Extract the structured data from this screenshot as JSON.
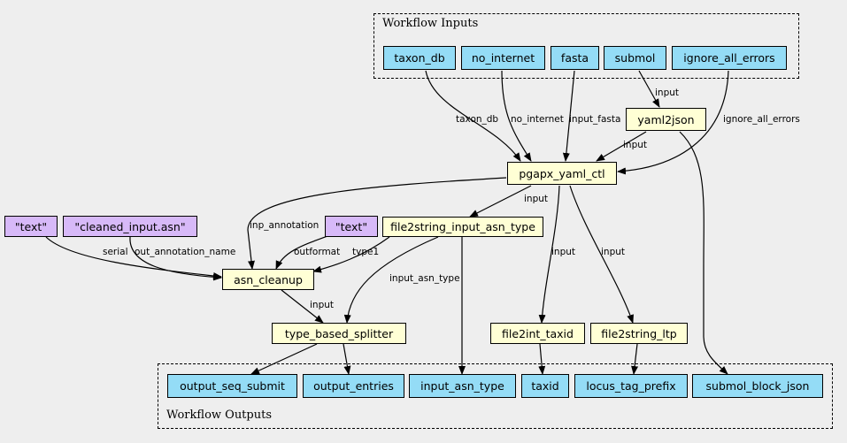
{
  "clusters": {
    "inputs_label": "Workflow Inputs",
    "outputs_label": "Workflow Outputs"
  },
  "inputs": {
    "taxon_db": "taxon_db",
    "no_internet": "no_internet",
    "fasta": "fasta",
    "submol": "submol",
    "ignore_all_errors": "ignore_all_errors"
  },
  "steps": {
    "yaml2json": "yaml2json",
    "pgapx_yaml_ctl": "pgapx_yaml_ctl",
    "file2string_input_asn_type": "file2string_input_asn_type",
    "asn_cleanup": "asn_cleanup",
    "type_based_splitter": "type_based_splitter",
    "file2int_taxid": "file2int_taxid",
    "file2string_ltp": "file2string_ltp"
  },
  "constants": {
    "text1": "\"text\"",
    "cleaned": "\"cleaned_input.asn\"",
    "text2": "\"text\""
  },
  "outputs": {
    "output_seq_submit": "output_seq_submit",
    "output_entries": "output_entries",
    "input_asn_type": "input_asn_type",
    "taxid": "taxid",
    "locus_tag_prefix": "locus_tag_prefix",
    "submol_block_json": "submol_block_json"
  },
  "edge_labels": {
    "input_submol": "input",
    "taxon_db": "taxon_db",
    "no_internet": "no_internet",
    "input_fasta": "input_fasta",
    "ignore_all_errors": "ignore_all_errors",
    "input_yaml": "input",
    "input_f2s": "input",
    "inp_annotation": "inp_annotation",
    "outformat": "outformat",
    "type1": "type1",
    "serial": "serial",
    "out_annotation_name": "out_annotation_name",
    "input_taxid": "input",
    "input_ltp": "input",
    "input_asn_type": "input_asn_type",
    "input_splitter": "input"
  }
}
